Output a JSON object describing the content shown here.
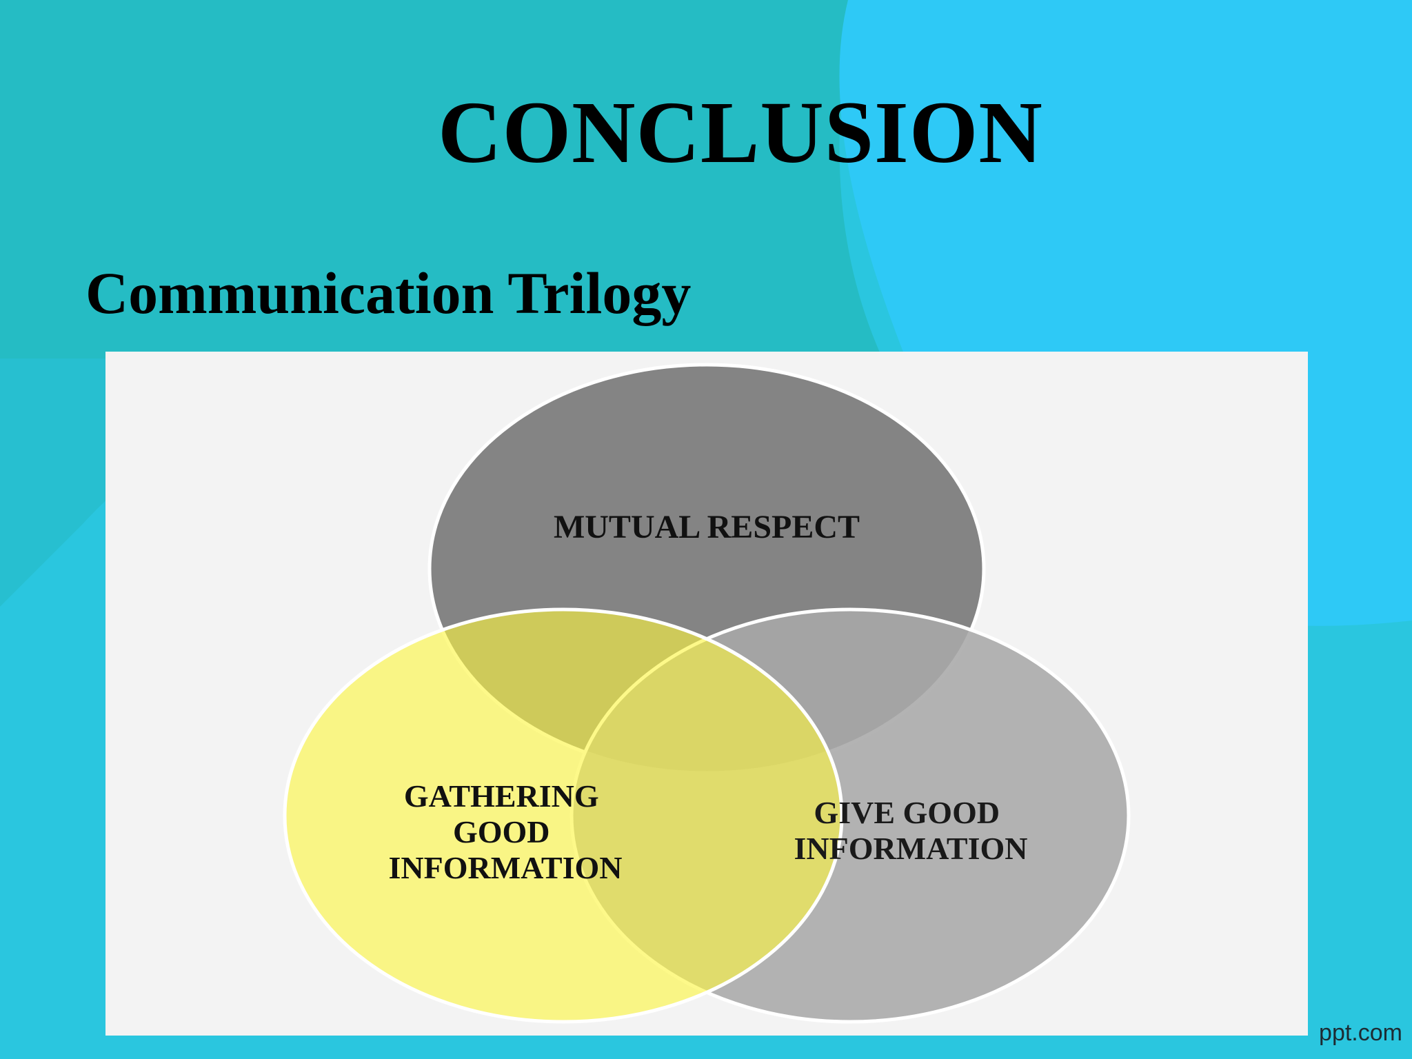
{
  "slide": {
    "title": "CONCLUSION",
    "subtitle": "Communication Trilogy",
    "watermark": "ppt.com"
  },
  "diagram": {
    "type": "venn",
    "sets": [
      {
        "lines": [
          "MUTUAL RESPECT"
        ],
        "color": "#7f7f7f"
      },
      {
        "lines": [
          "GATHERING",
          "GOOD",
          "INFORMATION"
        ],
        "color": "#f8f56f"
      },
      {
        "lines": [
          "GIVE GOOD",
          "INFORMATION"
        ],
        "color": "#aeaeae"
      }
    ]
  },
  "colors": {
    "background_left": "#24bcc6",
    "background_right": "#2ec9f6",
    "panel": "#f3f3f3"
  }
}
